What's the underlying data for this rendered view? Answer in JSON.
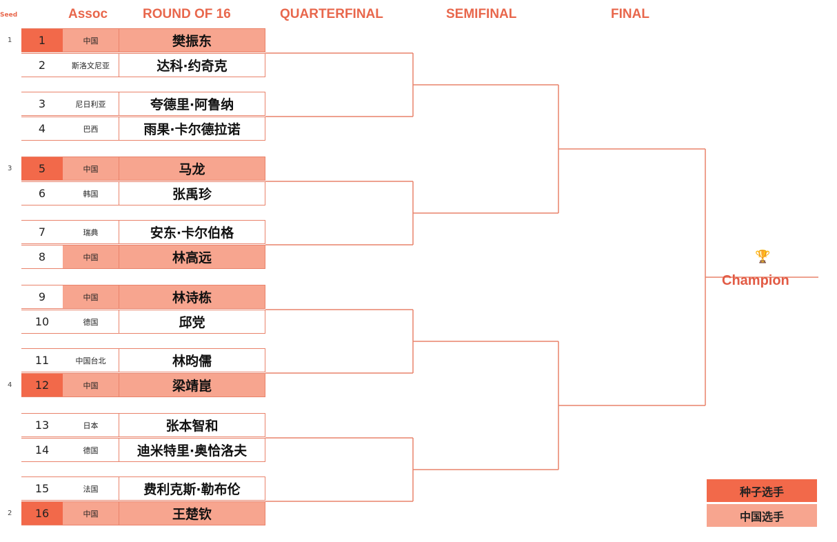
{
  "headers": {
    "seed": "Seed",
    "assoc": "Assoc",
    "r16": "ROUND OF 16",
    "qf": "QUARTERFINAL",
    "sf": "SEMIFINAL",
    "final": "FINAL"
  },
  "players": [
    {
      "num": "1",
      "assoc": "中国",
      "name": "樊振东",
      "seed": "1",
      "cn": true
    },
    {
      "num": "2",
      "assoc": "斯洛文尼亚",
      "name": "达科·约奇克",
      "seed": "",
      "cn": false
    },
    {
      "num": "3",
      "assoc": "尼日利亚",
      "name": "夸德里·阿鲁纳",
      "seed": "",
      "cn": false
    },
    {
      "num": "4",
      "assoc": "巴西",
      "name": "雨果·卡尔德拉诺",
      "seed": "",
      "cn": false
    },
    {
      "num": "5",
      "assoc": "中国",
      "name": "马龙",
      "seed": "3",
      "cn": true
    },
    {
      "num": "6",
      "assoc": "韩国",
      "name": "张禹珍",
      "seed": "",
      "cn": false
    },
    {
      "num": "7",
      "assoc": "瑞典",
      "name": "安东·卡尔伯格",
      "seed": "",
      "cn": false
    },
    {
      "num": "8",
      "assoc": "中国",
      "name": "林高远",
      "seed": "",
      "cn": true
    },
    {
      "num": "9",
      "assoc": "中国",
      "name": "林诗栋",
      "seed": "",
      "cn": true
    },
    {
      "num": "10",
      "assoc": "德国",
      "name": "邱党",
      "seed": "",
      "cn": false
    },
    {
      "num": "11",
      "assoc": "中国台北",
      "name": "林昀儒",
      "seed": "",
      "cn": false
    },
    {
      "num": "12",
      "assoc": "中国",
      "name": "梁靖崑",
      "seed": "4",
      "cn": true
    },
    {
      "num": "13",
      "assoc": "日本",
      "name": "张本智和",
      "seed": "",
      "cn": false
    },
    {
      "num": "14",
      "assoc": "德国",
      "name": "迪米特里·奥恰洛夫",
      "seed": "",
      "cn": false
    },
    {
      "num": "15",
      "assoc": "法国",
      "name": "费利克斯·勒布伦",
      "seed": "",
      "cn": false
    },
    {
      "num": "16",
      "assoc": "中国",
      "name": "王楚钦",
      "seed": "2",
      "cn": true
    }
  ],
  "champion": {
    "label": "Champion",
    "icon": "trophy-icon"
  },
  "legend": [
    {
      "label": "种子选手",
      "color": "#f2694a"
    },
    {
      "label": "中国选手",
      "color": "#f7a58f"
    }
  ],
  "colors": {
    "line": "#e9826a",
    "seed": "#f2694a",
    "china": "#f7a58f"
  }
}
